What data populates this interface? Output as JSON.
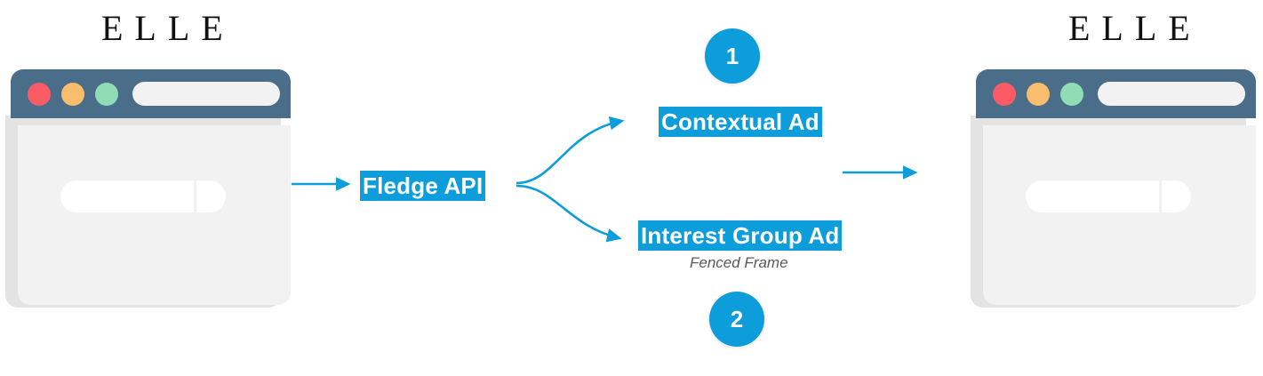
{
  "diagram": {
    "title": "Fledge API contextual and interest group ad flow",
    "accent_color": "#0d9ddb",
    "browser_chrome_color": "#4a6e89",
    "subtitle_color": "#585858"
  },
  "publisher_left": {
    "logo_text": "ELLE",
    "dots": [
      "red-dot",
      "amber-dot",
      "green-dot"
    ],
    "urlbar_value": ""
  },
  "publisher_right": {
    "logo_text": "ELLE",
    "dots": [
      "red-dot",
      "amber-dot",
      "green-dot"
    ],
    "urlbar_value": ""
  },
  "api": {
    "label": "Fledge API"
  },
  "outputs": [
    {
      "label": "Contextual Ad",
      "sublabel": "",
      "badge": "1"
    },
    {
      "label": "Interest Group Ad",
      "sublabel": "Fenced Frame",
      "badge": "2"
    }
  ],
  "arrows": {
    "request_arrow": "arrow-right-icon",
    "branch_top_arrow": "curved-arrow-up-right-icon",
    "branch_bottom_arrow": "curved-arrow-down-right-icon",
    "render_arrow": "arrow-right-icon"
  }
}
